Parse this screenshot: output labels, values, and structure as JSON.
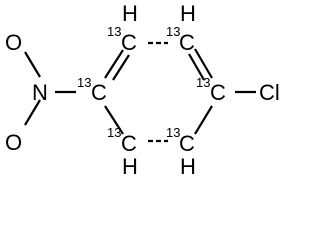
{
  "molecule": {
    "substituents": {
      "nitro_nitrogen": "N",
      "oxygen_upper": "O",
      "oxygen_lower": "O",
      "chlorine": "Cl"
    },
    "ring_carbons": [
      {
        "isotope": "13",
        "symbol": "C"
      },
      {
        "isotope": "13",
        "symbol": "C",
        "hydrogen": "H"
      },
      {
        "isotope": "13",
        "symbol": "C",
        "hydrogen": "H"
      },
      {
        "isotope": "13",
        "symbol": "C"
      },
      {
        "isotope": "13",
        "symbol": "C",
        "hydrogen": "H"
      },
      {
        "isotope": "13",
        "symbol": "C",
        "hydrogen": "H"
      }
    ]
  }
}
